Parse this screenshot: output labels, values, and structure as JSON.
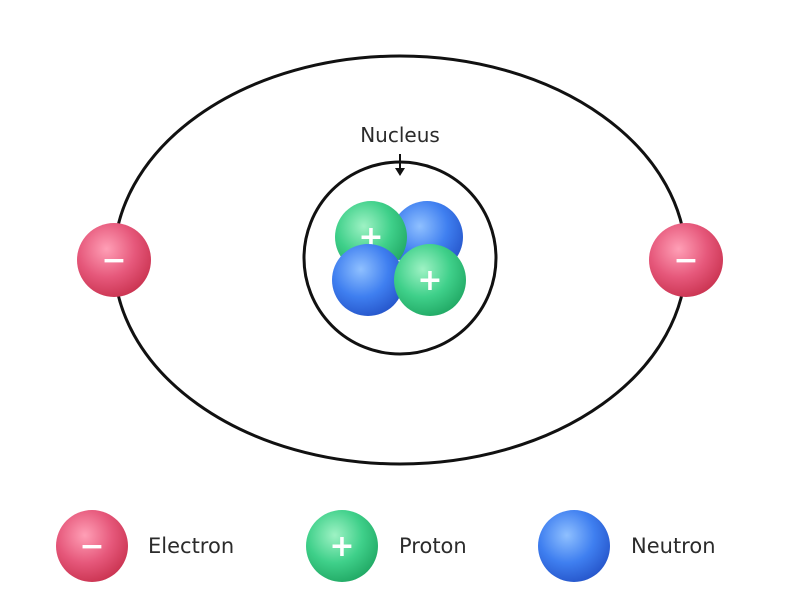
{
  "diagram": {
    "nucleus_label": "Nucleus",
    "charge_signs": {
      "electron": "−",
      "proton": "+"
    }
  },
  "legend": {
    "items": [
      {
        "key": "electron",
        "label": "Electron"
      },
      {
        "key": "proton",
        "label": "Proton"
      },
      {
        "key": "neutron",
        "label": "Neutron"
      }
    ]
  },
  "colors": {
    "electron": "#e0466a",
    "proton": "#2fc27a",
    "neutron": "#2f6fe0",
    "orbit": "#111111"
  }
}
